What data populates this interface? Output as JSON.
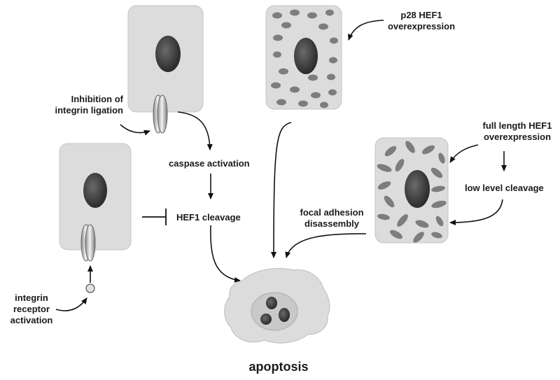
{
  "labels": {
    "inhibition_integrin_ligation": [
      "Inhibition of",
      "integrin ligation"
    ],
    "caspase_activation": "caspase activation",
    "hef1_cleavage": "HEF1 cleavage",
    "integrin_receptor_activation": [
      "integrin",
      "receptor",
      "activation"
    ],
    "p28_overexpression": [
      "p28 HEF1",
      "overexpression"
    ],
    "full_length_overexpression": [
      "full length HEF1",
      "overexpression"
    ],
    "low_level_cleavage": "low level cleavage",
    "focal_adhesion_disassembly": [
      "focal adhesion",
      "disassembly"
    ],
    "apoptosis": "apoptosis"
  },
  "colors": {
    "cell_fill": "#dcdcdc",
    "nucleus_dark": "#3a3a3a",
    "particle": "#7d7d7d",
    "arrow": "#111111"
  }
}
